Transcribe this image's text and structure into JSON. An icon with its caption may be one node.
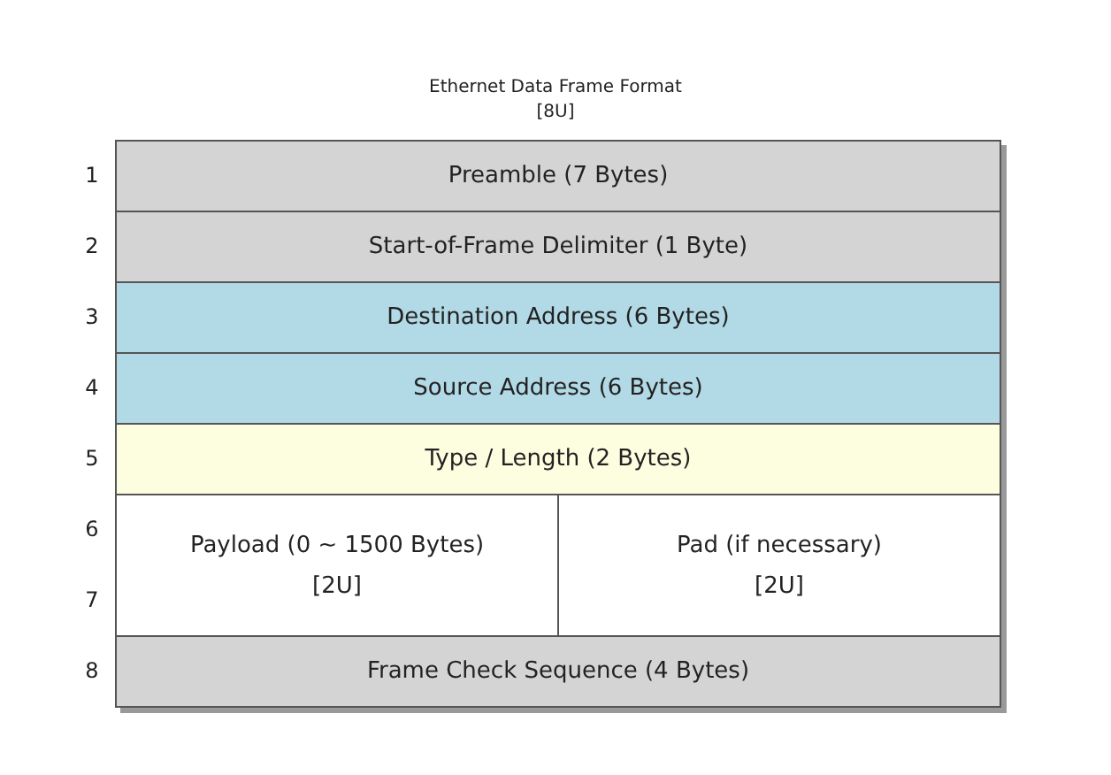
{
  "diagram": {
    "title": "Ethernet Data Frame Format",
    "nodes": [
      {
        "text": [
          "Preamble (7 Bytes)"
        ]
      },
      {
        "text": [
          "Start-of-Frame Delimiter (1 Byte)"
        ]
      },
      {
        "text": [
          "Destination Address (6 Bytes)"
        ]
      },
      {
        "text": [
          "Source Address (6 Bytes)"
        ]
      },
      {
        "text": [
          "Type / Length (2 Bytes)"
        ]
      },
      {
        "text": [
          "Payload (0 ~ 1500 Bytes)",
          "[2U]"
        ]
      },
      {
        "text": [
          "Pad (if necessary)",
          "[2U]"
        ]
      },
      {
        "text": [
          "Frame Check Sequence (4 Bytes)"
        ]
      }
    ],
    "labels": [
      "[8U]",
      "1",
      "2",
      "3",
      "4",
      "5",
      "6",
      "7",
      "8"
    ]
  }
}
